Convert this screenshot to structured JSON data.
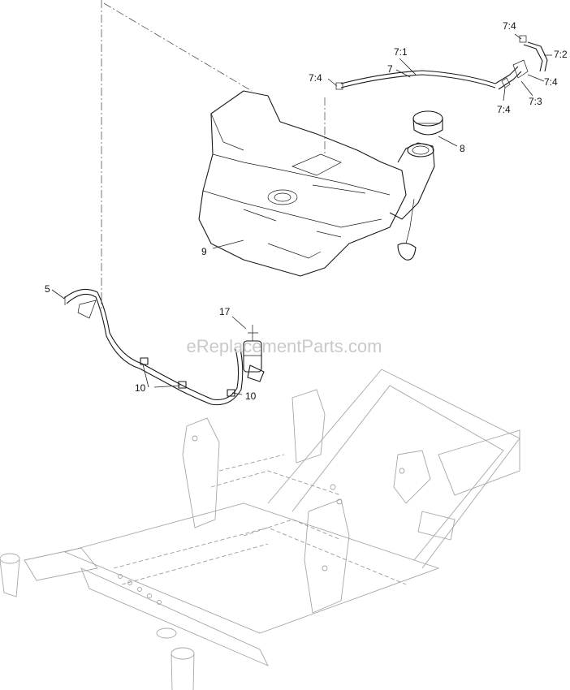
{
  "watermark": "eReplacementParts.com",
  "callouts": {
    "c7_4_top": "7:4",
    "c7_2": "7:2",
    "c7_1": "7:1",
    "c7": "7",
    "c7_4_left": "7:4",
    "c7_4_right": "7:4",
    "c7_3": "7:3",
    "c7_4_bottom": "7:4",
    "c8": "8",
    "c9": "9",
    "c5": "5",
    "c17": "17",
    "c10_left": "10",
    "c10_right": "10"
  }
}
